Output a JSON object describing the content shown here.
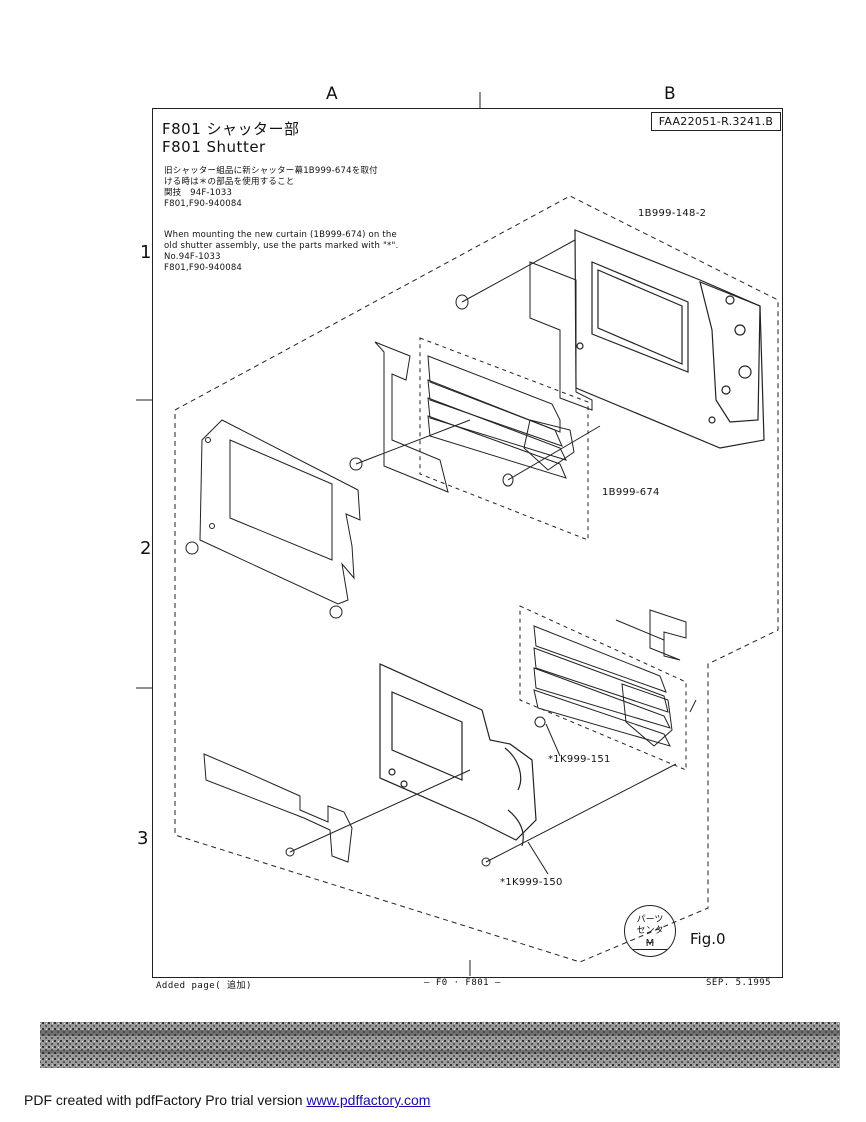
{
  "grid": {
    "columns": [
      "A",
      "B"
    ],
    "rows": [
      "1",
      "2",
      "3"
    ]
  },
  "header": {
    "part_code": "FAA22051-R.3241.B",
    "title_jp": "F801 シャッター部",
    "title_en": "F801 Shutter"
  },
  "notes": {
    "jp_lines": [
      "旧シャッター組品に新シャッター幕1B999-674を取付",
      "ける時は＊の部品を使用すること",
      "関技　94F-1033",
      "F801,F90-940084"
    ],
    "en_lines": [
      "When mounting the new curtain (1B999-674) on the",
      "old shutter assembly, use the parts marked with \"*\".",
      "No.94F-1033",
      "F801,F90-940084"
    ]
  },
  "callouts": {
    "upper_assembly": "1B999-148-2",
    "curtain": "1B999-674",
    "part_151": "*1K999-151",
    "part_150": "*1K999-150"
  },
  "stamp": {
    "line1": "パーツ",
    "line2": "センター",
    "line3": "M"
  },
  "fig_label": "Fig.0",
  "footer": {
    "left": "Added page( 追加)",
    "center": "— F0 · F801 —",
    "right": "SEP. 5.1995"
  },
  "pdf_note": {
    "text": "PDF created with pdfFactory Pro trial version ",
    "link": "www.pdffactory.com"
  }
}
